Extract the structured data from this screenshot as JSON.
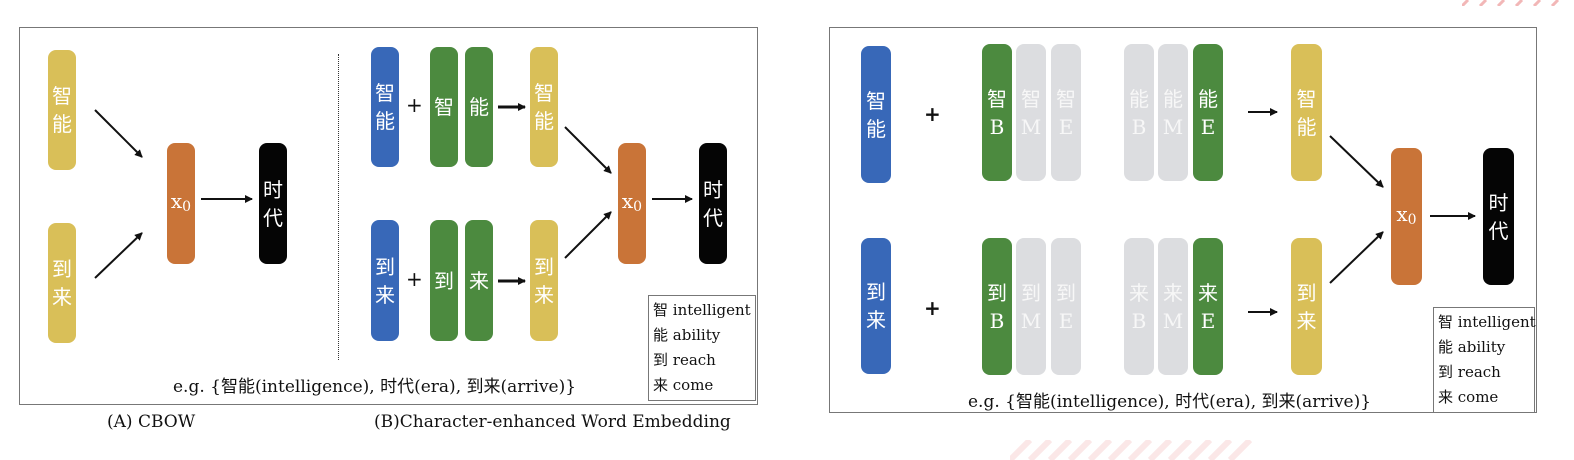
{
  "left_panel": {
    "cbow": {
      "input_top": [
        "智",
        "能"
      ],
      "input_bottom": [
        "到",
        "来"
      ],
      "hidden": "x",
      "hidden_sub": "0",
      "output": [
        "时",
        "代"
      ]
    },
    "cewe": {
      "word_top": [
        "智",
        "能"
      ],
      "char_top": [
        "智",
        "能"
      ],
      "sum_top": [
        "智",
        "能"
      ],
      "word_bottom": [
        "到",
        "来"
      ],
      "char_bottom": [
        "到",
        "来"
      ],
      "sum_bottom": [
        "到",
        "来"
      ],
      "hidden": "x",
      "hidden_sub": "0",
      "output": [
        "时",
        "代"
      ]
    },
    "plus": "+",
    "example": "e.g. {智能(intelligence), 时代(era), 到来(arrive)}",
    "legend": [
      "智 intelligent",
      "能 ability",
      "到 reach",
      "来 come"
    ],
    "caption_a": "(A) CBOW",
    "caption_b": "(B)Character-enhanced Word Embedding"
  },
  "right_panel": {
    "word_top": [
      "智",
      "能"
    ],
    "word_bottom": [
      "到",
      "来"
    ],
    "plus": "+",
    "pos_top": [
      {
        "char": "智",
        "tag": "B",
        "active": true
      },
      {
        "char": "智",
        "tag": "M",
        "active": false
      },
      {
        "char": "智",
        "tag": "E",
        "active": false
      },
      {
        "char": "能",
        "tag": "B",
        "active": false
      },
      {
        "char": "能",
        "tag": "M",
        "active": false
      },
      {
        "char": "能",
        "tag": "E",
        "active": true
      }
    ],
    "pos_bottom": [
      {
        "char": "到",
        "tag": "B",
        "active": true
      },
      {
        "char": "到",
        "tag": "M",
        "active": false
      },
      {
        "char": "到",
        "tag": "E",
        "active": false
      },
      {
        "char": "来",
        "tag": "B",
        "active": false
      },
      {
        "char": "来",
        "tag": "M",
        "active": false
      },
      {
        "char": "来",
        "tag": "E",
        "active": true
      }
    ],
    "sum_top": [
      "智",
      "能"
    ],
    "sum_bottom": [
      "到",
      "来"
    ],
    "hidden": "x",
    "hidden_sub": "0",
    "output": [
      "时",
      "代"
    ],
    "example": "e.g. {智能(intelligence), 时代(era), 到来(arrive)}",
    "legend": [
      "智 intelligent",
      "能 ability",
      "到 reach",
      "来 come"
    ]
  },
  "colors": {
    "word": "#d9bf58",
    "hidden": "#c97438",
    "output": "#050505",
    "word_input": "#3868b8",
    "char": "#4c8a3f",
    "inactive": "#dcdde0"
  }
}
